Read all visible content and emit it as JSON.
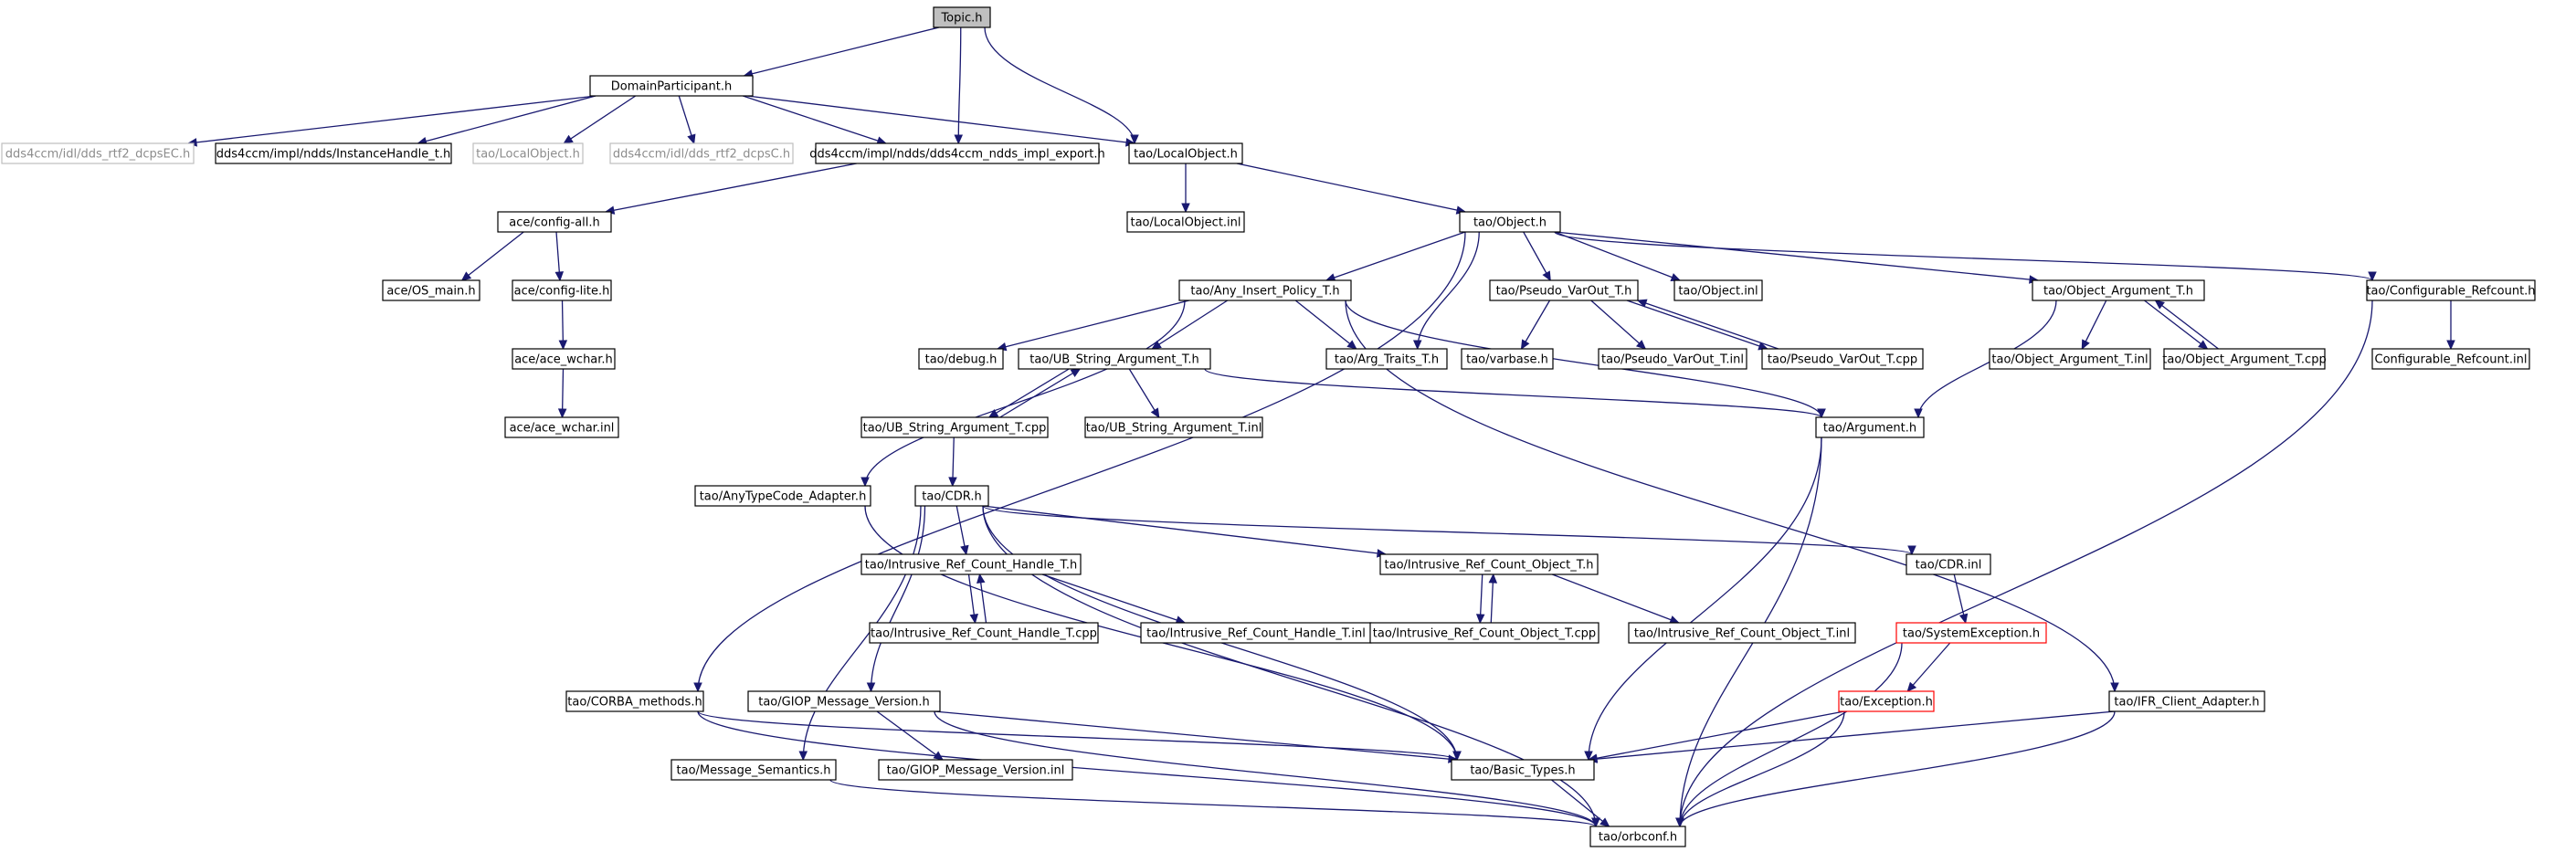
{
  "diagram": {
    "title": "",
    "nodes": [
      {
        "id": "topic",
        "label": "Topic.h",
        "style": "root"
      },
      {
        "id": "dp",
        "label": "DomainParticipant.h",
        "style": "normal"
      },
      {
        "id": "dcpsEC",
        "label": "dds4ccm/idl/dds_rtf2_dcpsEC.h",
        "style": "gray"
      },
      {
        "id": "ih",
        "label": "dds4ccm/impl/ndds/InstanceHandle_t.h",
        "style": "normal"
      },
      {
        "id": "lo_gray",
        "label": "tao/LocalObject.h",
        "style": "gray"
      },
      {
        "id": "dcpsC",
        "label": "dds4ccm/idl/dds_rtf2_dcpsC.h",
        "style": "gray"
      },
      {
        "id": "export",
        "label": "dds4ccm/impl/ndds/dds4ccm_ndds_impl_export.h",
        "style": "normal"
      },
      {
        "id": "lo",
        "label": "tao/LocalObject.h",
        "style": "normal"
      },
      {
        "id": "cfgall",
        "label": "ace/config-all.h",
        "style": "normal"
      },
      {
        "id": "loinl",
        "label": "tao/LocalObject.inl",
        "style": "normal"
      },
      {
        "id": "obj",
        "label": "tao/Object.h",
        "style": "normal"
      },
      {
        "id": "osmain",
        "label": "ace/OS_main.h",
        "style": "normal"
      },
      {
        "id": "cfglite",
        "label": "ace/config-lite.h",
        "style": "normal"
      },
      {
        "id": "aip",
        "label": "tao/Any_Insert_Policy_T.h",
        "style": "normal"
      },
      {
        "id": "pvo",
        "label": "tao/Pseudo_VarOut_T.h",
        "style": "normal"
      },
      {
        "id": "objinl",
        "label": "tao/Object.inl",
        "style": "normal"
      },
      {
        "id": "oat",
        "label": "tao/Object_Argument_T.h",
        "style": "normal"
      },
      {
        "id": "cref",
        "label": "tao/Configurable_Refcount.h",
        "style": "normal"
      },
      {
        "id": "wchar",
        "label": "ace/ace_wchar.h",
        "style": "normal"
      },
      {
        "id": "debug",
        "label": "tao/debug.h",
        "style": "normal"
      },
      {
        "id": "ubs",
        "label": "tao/UB_String_Argument_T.h",
        "style": "normal"
      },
      {
        "id": "argtr",
        "label": "tao/Arg_Traits_T.h",
        "style": "normal"
      },
      {
        "id": "varbase",
        "label": "tao/varbase.h",
        "style": "normal"
      },
      {
        "id": "pvoinl",
        "label": "tao/Pseudo_VarOut_T.inl",
        "style": "normal"
      },
      {
        "id": "pvocpp",
        "label": "tao/Pseudo_VarOut_T.cpp",
        "style": "normal"
      },
      {
        "id": "oatinl",
        "label": "tao/Object_Argument_T.inl",
        "style": "normal"
      },
      {
        "id": "oatcpp",
        "label": "tao/Object_Argument_T.cpp",
        "style": "normal"
      },
      {
        "id": "crefinl",
        "label": "Configurable_Refcount.inl",
        "style": "normal"
      },
      {
        "id": "wcharinl",
        "label": "ace/ace_wchar.inl",
        "style": "normal"
      },
      {
        "id": "ubscpp",
        "label": "tao/UB_String_Argument_T.cpp",
        "style": "normal"
      },
      {
        "id": "ubsinl",
        "label": "tao/UB_String_Argument_T.inl",
        "style": "normal"
      },
      {
        "id": "arg",
        "label": "tao/Argument.h",
        "style": "normal"
      },
      {
        "id": "atca",
        "label": "tao/AnyTypeCode_Adapter.h",
        "style": "normal"
      },
      {
        "id": "cdr",
        "label": "tao/CDR.h",
        "style": "normal"
      },
      {
        "id": "irch",
        "label": "tao/Intrusive_Ref_Count_Handle_T.h",
        "style": "normal"
      },
      {
        "id": "irco",
        "label": "tao/Intrusive_Ref_Count_Object_T.h",
        "style": "normal"
      },
      {
        "id": "cdrinl",
        "label": "tao/CDR.inl",
        "style": "normal"
      },
      {
        "id": "irchcpp",
        "label": "tao/Intrusive_Ref_Count_Handle_T.cpp",
        "style": "normal"
      },
      {
        "id": "irchinl",
        "label": "tao/Intrusive_Ref_Count_Handle_T.inl",
        "style": "normal"
      },
      {
        "id": "ircocpp",
        "label": "tao/Intrusive_Ref_Count_Object_T.cpp",
        "style": "normal"
      },
      {
        "id": "irocinl",
        "label": "tao/Intrusive_Ref_Count_Object_T.inl",
        "style": "normal"
      },
      {
        "id": "sysexc",
        "label": "tao/SystemException.h",
        "style": "red"
      },
      {
        "id": "corbam",
        "label": "tao/CORBA_methods.h",
        "style": "normal"
      },
      {
        "id": "giop",
        "label": "tao/GIOP_Message_Version.h",
        "style": "normal"
      },
      {
        "id": "exc",
        "label": "tao/Exception.h",
        "style": "red"
      },
      {
        "id": "ifr",
        "label": "tao/IFR_Client_Adapter.h",
        "style": "normal"
      },
      {
        "id": "msgsem",
        "label": "tao/Message_Semantics.h",
        "style": "normal"
      },
      {
        "id": "giopinl",
        "label": "tao/GIOP_Message_Version.inl",
        "style": "normal"
      },
      {
        "id": "basic",
        "label": "tao/Basic_Types.h",
        "style": "normal"
      },
      {
        "id": "orbconf",
        "label": "tao/orbconf.h",
        "style": "normal"
      }
    ],
    "edges": [
      [
        "topic",
        "dp"
      ],
      [
        "topic",
        "export"
      ],
      [
        "topic",
        "lo"
      ],
      [
        "dp",
        "dcpsEC"
      ],
      [
        "dp",
        "ih"
      ],
      [
        "dp",
        "lo_gray"
      ],
      [
        "dp",
        "dcpsC"
      ],
      [
        "dp",
        "export"
      ],
      [
        "dp",
        "lo"
      ],
      [
        "export",
        "cfgall"
      ],
      [
        "lo",
        "loinl"
      ],
      [
        "lo",
        "obj"
      ],
      [
        "cfgall",
        "osmain"
      ],
      [
        "cfgall",
        "cfglite"
      ],
      [
        "cfglite",
        "wchar"
      ],
      [
        "wchar",
        "wcharinl"
      ],
      [
        "obj",
        "corbam"
      ],
      [
        "obj",
        "aip"
      ],
      [
        "obj",
        "argtr"
      ],
      [
        "obj",
        "pvo"
      ],
      [
        "obj",
        "objinl"
      ],
      [
        "obj",
        "oat"
      ],
      [
        "obj",
        "cref"
      ],
      [
        "aip",
        "atca"
      ],
      [
        "aip",
        "debug"
      ],
      [
        "aip",
        "ubs"
      ],
      [
        "aip",
        "argtr"
      ],
      [
        "aip",
        "arg"
      ],
      [
        "aip",
        "ifr"
      ],
      [
        "pvo",
        "varbase"
      ],
      [
        "pvo",
        "pvoinl"
      ],
      [
        "pvo",
        "pvocpp"
      ],
      [
        "pvocpp",
        "pvo"
      ],
      [
        "oat",
        "arg"
      ],
      [
        "oat",
        "oatinl"
      ],
      [
        "oat",
        "oatcpp"
      ],
      [
        "oatcpp",
        "oat"
      ],
      [
        "cref",
        "crefinl"
      ],
      [
        "cref",
        "orbconf"
      ],
      [
        "ubs",
        "ubscpp"
      ],
      [
        "ubscpp",
        "ubs"
      ],
      [
        "ubs",
        "ubsinl"
      ],
      [
        "ubs",
        "arg"
      ],
      [
        "ubscpp",
        "cdr"
      ],
      [
        "atca",
        "basic"
      ],
      [
        "arg",
        "basic"
      ],
      [
        "arg",
        "orbconf"
      ],
      [
        "cdr",
        "irch"
      ],
      [
        "cdr",
        "irco"
      ],
      [
        "cdr",
        "cdrinl"
      ],
      [
        "cdr",
        "giop"
      ],
      [
        "cdr",
        "msgsem"
      ],
      [
        "cdr",
        "basic"
      ],
      [
        "cdr",
        "orbconf"
      ],
      [
        "irch",
        "irchcpp"
      ],
      [
        "irchcpp",
        "irch"
      ],
      [
        "irch",
        "irchinl"
      ],
      [
        "irco",
        "ircocpp"
      ],
      [
        "ircocpp",
        "irco"
      ],
      [
        "irco",
        "irocinl"
      ],
      [
        "cdrinl",
        "sysexc"
      ],
      [
        "sysexc",
        "exc"
      ],
      [
        "sysexc",
        "orbconf"
      ],
      [
        "exc",
        "basic"
      ],
      [
        "exc",
        "orbconf"
      ],
      [
        "corbam",
        "basic"
      ],
      [
        "corbam",
        "orbconf"
      ],
      [
        "giop",
        "giopinl"
      ],
      [
        "giop",
        "basic"
      ],
      [
        "giop",
        "orbconf"
      ],
      [
        "ifr",
        "basic"
      ],
      [
        "ifr",
        "orbconf"
      ],
      [
        "msgsem",
        "orbconf"
      ],
      [
        "basic",
        "orbconf"
      ]
    ]
  }
}
